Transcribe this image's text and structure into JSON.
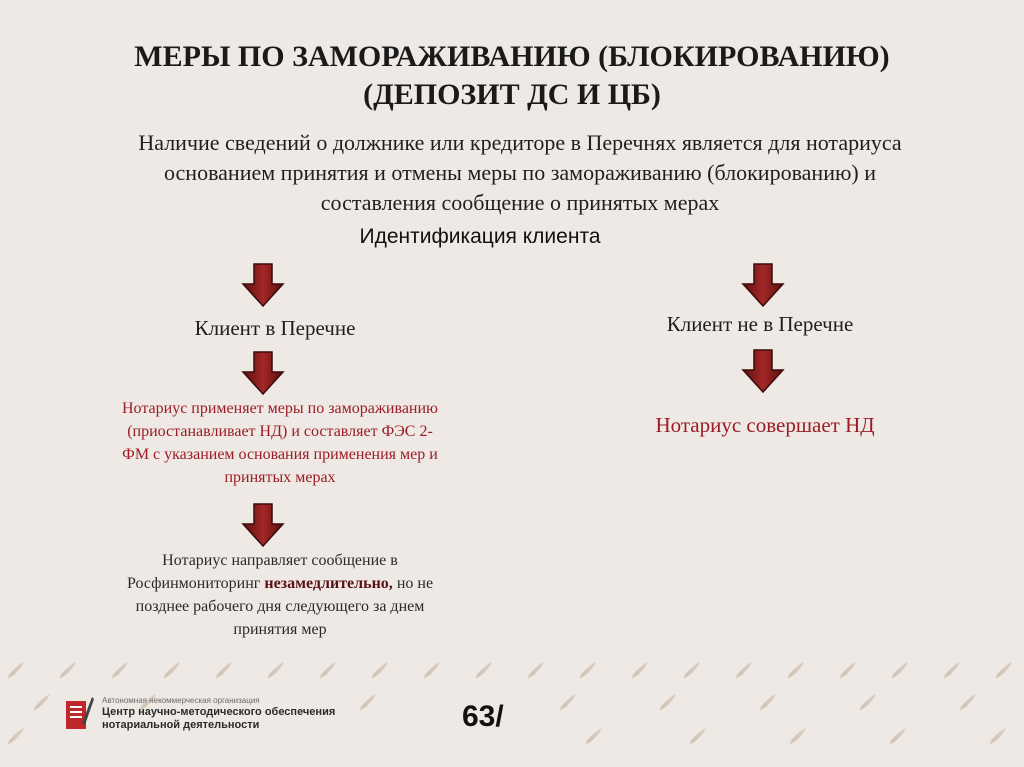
{
  "title": {
    "line1": "МЕРЫ ПО ЗАМОРАЖИВАНИЮ (БЛОКИРОВАНИЮ)",
    "line2": "(ДЕПОЗИТ ДС И ЦБ)"
  },
  "intro": {
    "line1": "Наличие сведений о должнике или кредиторе в Перечнях является для нотариуса",
    "line2": "основанием  принятия и отмены меры по замораживанию (блокированию) и",
    "line3": "составления сообщение о принятых мерах"
  },
  "identification": "Идентификация клиента",
  "left_branch": {
    "label": "Клиент в Перечне",
    "action_lines": [
      "Нотариус применяет меры по замораживанию",
      "(приостанавливает НД) и составляет ФЭС 2-",
      "ФМ с указанием основания применения мер и",
      "принятых мерах"
    ],
    "report": {
      "line1": "Нотариус направляет сообщение в",
      "line2_prefix": "Росфинмониторинг ",
      "line2_bold": "незамедлительно,",
      "line2_suffix": "  но не",
      "line3": "позднее рабочего дня следующего за днем",
      "line4": "принятия мер"
    }
  },
  "right_branch": {
    "label": "Клиент не в Перечне",
    "action": "Нотариус совершает НД"
  },
  "footer": {
    "org_small": "Автономная некоммерческая организация",
    "org_line1": "Центр научно-методического обеспечения",
    "org_line2": "нотариальной деятельности",
    "page_number": "63/"
  },
  "colors": {
    "background": "#eee9e4",
    "arrow_fill": "#8a1c1c",
    "accent_red": "#9b1c25"
  },
  "icons": [
    "down-arrow-icon",
    "quill-pattern",
    "notary-logo-icon"
  ]
}
